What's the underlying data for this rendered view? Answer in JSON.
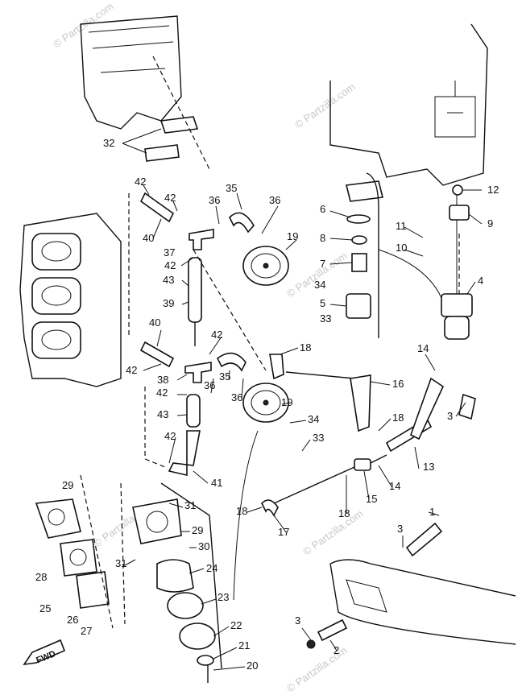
{
  "watermark": "© Partzilla.com",
  "fwd_label": "FWD",
  "callouts": [
    "32",
    "42",
    "42",
    "40",
    "36",
    "35",
    "36",
    "37",
    "42",
    "43",
    "39",
    "19",
    "6",
    "8",
    "7",
    "5",
    "34",
    "33",
    "12",
    "9",
    "11",
    "10",
    "4",
    "40",
    "42",
    "42",
    "38",
    "36",
    "35",
    "36",
    "18",
    "16",
    "14",
    "19",
    "42",
    "43",
    "34",
    "33",
    "18",
    "3",
    "42",
    "41",
    "13",
    "29",
    "31",
    "29",
    "30",
    "31",
    "28",
    "25",
    "26",
    "27",
    "24",
    "23",
    "22",
    "21",
    "20",
    "18",
    "17",
    "15",
    "14",
    "18",
    "1",
    "3",
    "3",
    "2"
  ]
}
